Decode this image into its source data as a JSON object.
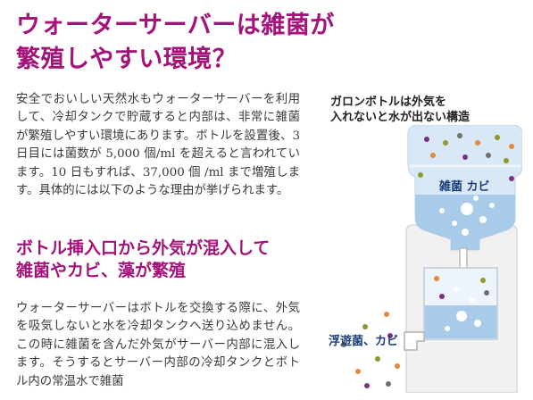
{
  "title": {
    "line1": "ウォーターサーバーは雑菌が",
    "line2": "繁殖しやすい環境？"
  },
  "intro": "安全でおいしい天然水もウォーターサーバーを利用して、冷却タンクで貯蔵すると内部は、非常に雑菌が繁殖しやすい環境にあります。ボトルを設置後、3 日目には菌数が 5,000 個/ml を超えると言われています。10 日もすれば、37,000 個 /ml まで増殖します。具体的には以下のような理由が挙げられます。",
  "subhead": {
    "line1": "ボトル挿入口から外気が混入して",
    "line2": "雑菌やカビ、藻が繁殖"
  },
  "body2": "ウォーターサーバーはボトルを交換する際に、外気を吸気しないと水を冷却タンクへ送り込めません。この時に雑菌を含んだ外気がサーバー内部に混入します。そうするとサーバー内部の冷却タンクとボトル内の常温水で雑菌",
  "figure": {
    "caption_line1": "ガロンボトルは外気を",
    "caption_line2": "入れないと水が出ない構造",
    "label_bottle": "雑菌 カビ",
    "label_tank": "浮遊菌、カビ",
    "colors": {
      "accent": "#a4127a",
      "water": "#a9cbea",
      "bottle": "#d9e8f6",
      "dot_orange": "#e08a3c",
      "dot_olive": "#8c9a2c",
      "dot_purple": "#7b2f86",
      "dot_grey": "#6f6f6f"
    }
  }
}
